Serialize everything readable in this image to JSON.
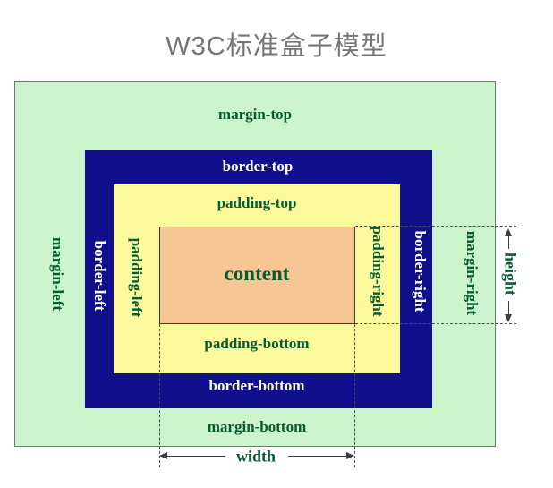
{
  "title": "W3C标准盒子模型",
  "colors": {
    "margin_bg": "#ccf4cc",
    "border_bg": "#10108c",
    "padding_bg": "#fbf99b",
    "content_bg": "#f6c795",
    "label_green": "#045c30",
    "label_white": "#ffffff",
    "title_gray": "#757575",
    "dimension_line": "#3d3d3d"
  },
  "labels": {
    "margin_top": "margin-top",
    "margin_bottom": "margin-bottom",
    "margin_left": "margin-left",
    "margin_right": "margin-right",
    "border_top": "border-top",
    "border_bottom": "border-bottom",
    "border_left": "border-left",
    "border_right": "border-right",
    "padding_top": "padding-top",
    "padding_bottom": "padding-bottom",
    "padding_left": "padding-left",
    "padding_right": "padding-right",
    "content": "content"
  },
  "dims": {
    "width": "width",
    "height": "height"
  }
}
